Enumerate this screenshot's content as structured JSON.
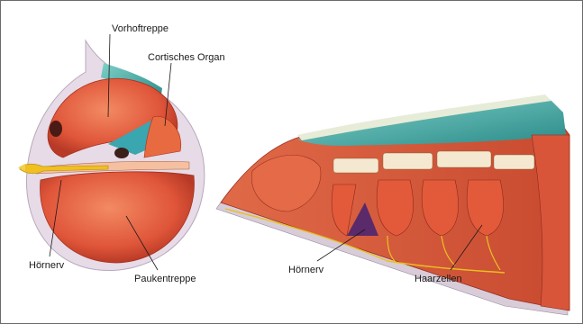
{
  "labels": {
    "vorhoftreppe": "Vorhoftreppe",
    "cortisches_organ": "Cortisches Organ",
    "hoernerv_left": "Hörnerv",
    "paukentreppe": "Paukentreppe",
    "hoernerv_right": "Hörnerv",
    "haarzellen": "Haarzellen"
  },
  "colors": {
    "muscle": "#e0583a",
    "muscle_light": "#f08a5e",
    "bone": "#e8dde8",
    "teal": "#3aa2a0",
    "purple": "#5a2a6a",
    "nerve": "#f0c020"
  }
}
